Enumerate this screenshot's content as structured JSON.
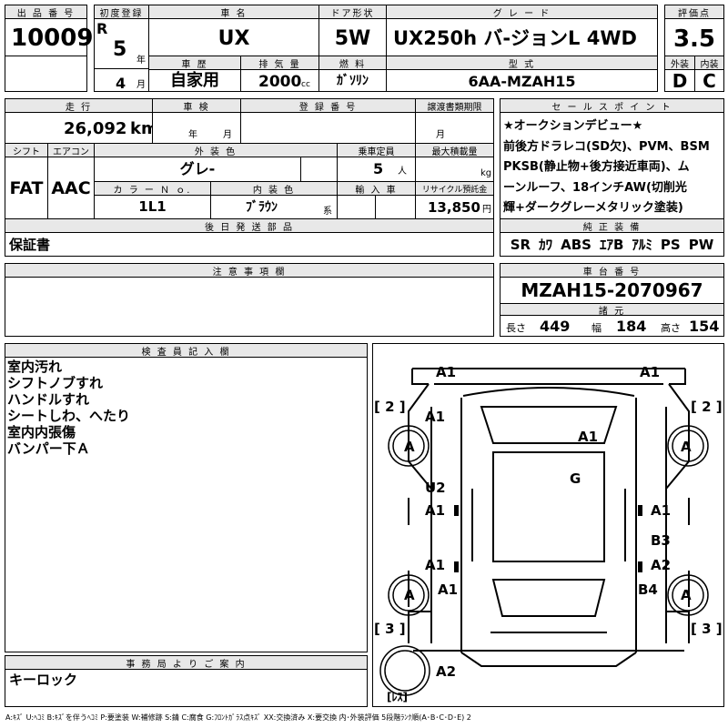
{
  "header": {
    "lot_label": "出 品 番 号",
    "first_reg_label": "初度登録",
    "name_label": "車 名",
    "door_label": "ドア形状",
    "grade_label": "グ レ ー ド",
    "score_label": "評価点",
    "lot": "10009",
    "era": "R",
    "year": "5",
    "year_unit": "年",
    "month": "4",
    "month_unit": "月",
    "name": "UX",
    "door": "5W",
    "grade": "UX250h バ-ジョンL 4WD",
    "score": "3.5",
    "history_label": "車 歴",
    "displacement_label": "排 気 量",
    "fuel_label": "燃 料",
    "model_label": "型 式",
    "exterior_label": "外装",
    "interior_label": "内装",
    "history": "自家用",
    "displacement": "2000",
    "cc": "cc",
    "fuel": "ｶﾞｿﾘﾝ",
    "model": "6AA-MZAH15",
    "exterior": "D",
    "interior": "C"
  },
  "row2": {
    "mileage_label": "走 行",
    "inspection_label": "車 検",
    "reg_label": "登 録 番 号",
    "deadline_label": "譲渡書類期限",
    "sales_label": "セ ー ル ス ポ イ ン ト",
    "mileage": "26,092",
    "km": "km",
    "year_unit": "年",
    "month_unit": "月",
    "shift_label": "シフト",
    "ac_label": "エアコン",
    "color_label": "外 装 色",
    "capacity_label": "乗車定員",
    "load_label": "最大積載量",
    "shift": "FAT",
    "ac": "AAC",
    "color": "グレ-",
    "capacity": "5",
    "person_unit": "人",
    "kg": "kg",
    "colorno_label": "カ ラ ー  Ｎ ｏ.",
    "int_color_label": "内 装 色",
    "import_label": "輸 入 車",
    "recycle_label": "リサイクル預託金",
    "colorno": "1L1",
    "int_color": "ﾌﾞﾗｳﾝ",
    "int_color_suffix": "系",
    "recycle": "13,850",
    "yen": "円"
  },
  "sales_points": [
    "★オークションデビュー★",
    "前後方ドラレコ(SD欠)、PVM、BSM",
    "PKSB(静止物+後方接近車両)、ム",
    "ーンルーフ、18インチAW(切削光",
    "輝+ダークグレーメタリック塗装)"
  ],
  "parts": {
    "label": "後 日 発 送 部 品",
    "text": "保証書"
  },
  "equip": {
    "label": "純 正 装 備",
    "items": [
      "SR",
      "ｶﾜ",
      "ABS",
      "ｴｱB",
      "ｱﾙﾐ",
      "PS",
      "PW"
    ]
  },
  "notes": {
    "label": "注 意 事 項 欄"
  },
  "chassis": {
    "label": "車 台 番 号",
    "number": "MZAH15-2070967",
    "spec_label": "諸 元",
    "len_label": "長さ",
    "len": "449",
    "width_label": "幅",
    "width": "184",
    "height_label": "高さ",
    "height": "154"
  },
  "inspector": {
    "label": "検 査 員 記 入 欄",
    "lines": [
      "室内汚れ",
      "シフトノブすれ",
      "ハンドルすれ",
      "シートしわ、へたり",
      "室内内張傷",
      "バンパー下Ａ"
    ]
  },
  "office": {
    "label": "事 務 局 よ り ご 案 内",
    "text": "キーロック"
  },
  "diagram": {
    "marks": [
      "A1",
      "A1",
      "A1",
      "A1",
      "U2",
      "A1",
      "G",
      "A1",
      "B3",
      "A1",
      "A2",
      "A1",
      "B4",
      "A2"
    ],
    "tires": [
      "A",
      "A",
      "A",
      "A"
    ],
    "brackets": [
      "[ 2 ]",
      "[ 2 ]",
      "[ 3 ]",
      "[ 3 ]"
    ],
    "spare": "[ﾚｽ]"
  },
  "legend": "A:ｷｽﾞ U:ﾍｺﾐ B:ｷｽﾞを伴うﾍｺﾐ P:要塗装 W:補修跡 S:錆 C:腐食 G:ﾌﾛﾝﾄｶﾞﾗｽ点ｷｽﾞ XX:交換済み X:要交換  内･外装評価 5段階ﾗﾝｸ順(A･B･C･D･E) 2"
}
